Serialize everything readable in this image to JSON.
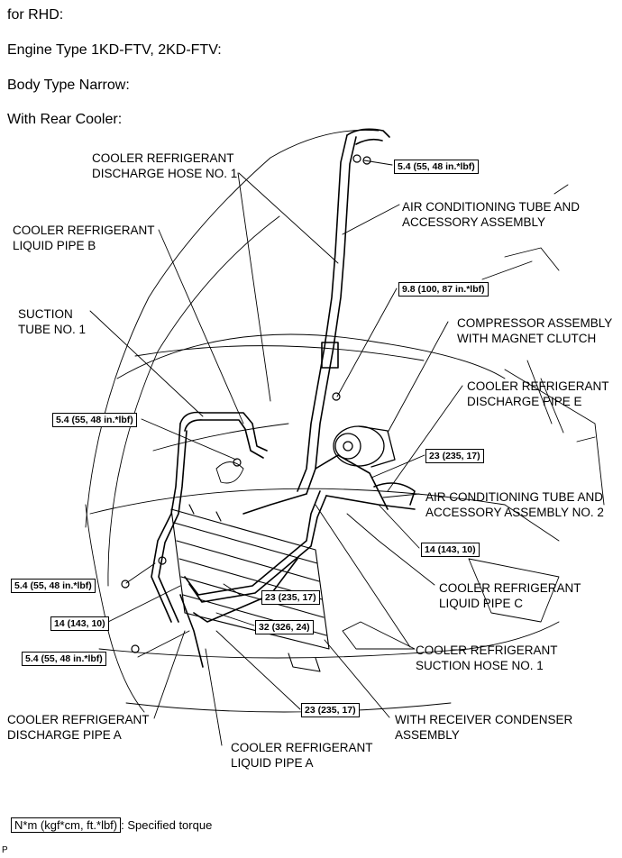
{
  "header": {
    "line1": "for RHD:",
    "line2": "Engine Type 1KD-FTV, 2KD-FTV:",
    "line3": "Body Type Narrow:",
    "line4": "With Rear Cooler:"
  },
  "labels": {
    "discharge_hose_1": [
      "COOLER REFRIGERANT",
      "DISCHARGE HOSE NO. 1"
    ],
    "ac_tube": [
      "AIR CONDITIONING TUBE AND",
      "ACCESSORY ASSEMBLY"
    ],
    "liquid_pipe_b": [
      "COOLER REFRIGERANT",
      "LIQUID PIPE B"
    ],
    "suction_tube_1": [
      "SUCTION",
      "TUBE NO. 1"
    ],
    "compressor": [
      "COMPRESSOR ASSEMBLY",
      "WITH MAGNET CLUTCH"
    ],
    "discharge_pipe_e": [
      "COOLER REFRIGERANT",
      "DISCHARGE PIPE E"
    ],
    "ac_tube_2": [
      "AIR CONDITIONING TUBE AND",
      "ACCESSORY ASSEMBLY NO. 2"
    ],
    "liquid_pipe_c": [
      "COOLER REFRIGERANT",
      "LIQUID PIPE C"
    ],
    "suction_hose_1": [
      "COOLER REFRIGERANT",
      "SUCTION HOSE NO. 1"
    ],
    "discharge_pipe_a": [
      "COOLER REFRIGERANT",
      "DISCHARGE PIPE A"
    ],
    "receiver_condenser": [
      "WITH RECEIVER CONDENSER",
      "ASSEMBLY"
    ],
    "liquid_pipe_a": [
      "COOLER REFRIGERANT",
      "LIQUID PIPE A"
    ]
  },
  "torques": {
    "t1": "5.4 (55, 48 in.*lbf)",
    "t2": "9.8 (100, 87 in.*lbf)",
    "t3": "5.4 (55, 48 in.*lbf)",
    "t4": "23 (235, 17)",
    "t5": "14 (143, 10)",
    "t6": "5.4 (55, 48 in.*lbf)",
    "t7": "23 (235, 17)",
    "t8": "14 (143, 10)",
    "t9": "32 (326, 24)",
    "t10": "5.4 (55, 48 in.*lbf)",
    "t11": "23 (235, 17)"
  },
  "legend": {
    "box": "N*m (kgf*cm, ft.*lbf)",
    "text": ": Specified torque"
  },
  "footer_ref": "P"
}
